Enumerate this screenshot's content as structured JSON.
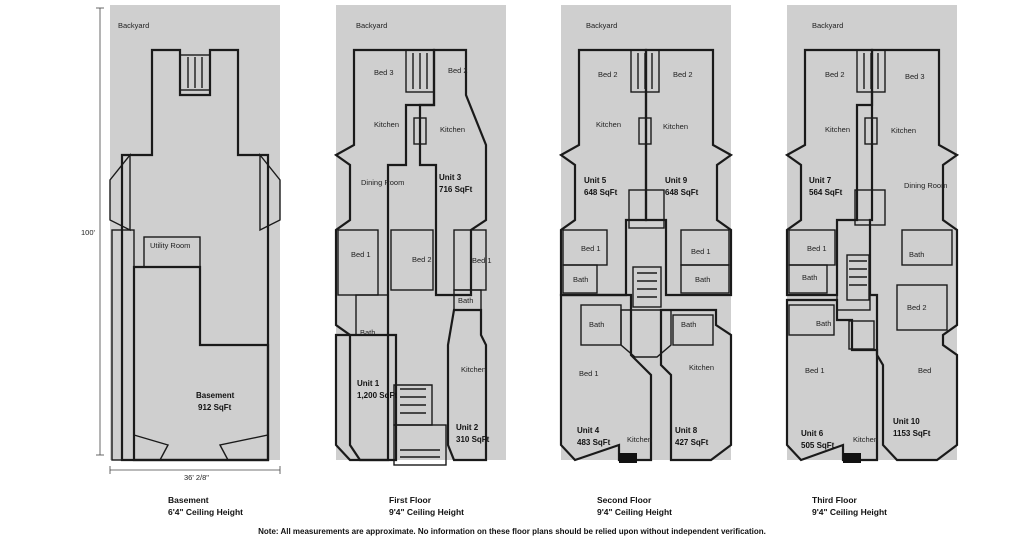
{
  "dimensions": {
    "height": "100'",
    "width": "36' 2/8\""
  },
  "floors": [
    {
      "id": "basement",
      "caption": "Basement",
      "ceiling": "6'4\" Ceiling Height",
      "backyard": "Backyard",
      "rooms": {
        "utility": "Utility Room",
        "basement_name": "Basement",
        "basement_area": "912 SqFt"
      }
    },
    {
      "id": "first",
      "caption": "First Floor",
      "ceiling": "9'4\" Ceiling Height",
      "backyard": "Backyard",
      "rooms": {
        "bed3": "Bed 3",
        "bed2_top": "Bed 2",
        "kitchen_l": "Kitchen",
        "kitchen_r": "Kitchen",
        "dining": "Dining Room",
        "unit3_name": "Unit 3",
        "unit3_area": "716 SqFt",
        "bed1_l": "Bed 1",
        "bed2_mid": "Bed 2",
        "bed1_r": "Bed 1",
        "bath_l": "Bath",
        "bath_r": "Bath",
        "kitchen_u2": "Kitchen",
        "unit1_name": "Unit 1",
        "unit1_area": "1,200 SqFt",
        "unit2_name": "Unit 2",
        "unit2_area": "310 SqFt"
      }
    },
    {
      "id": "second",
      "caption": "Second Floor",
      "ceiling": "9'4\" Ceiling Height",
      "backyard": "Backyard",
      "rooms": {
        "bed2_l": "Bed 2",
        "bed2_r": "Bed 2",
        "kitchen_l": "Kitchen",
        "kitchen_r": "Kitchen",
        "unit5_name": "Unit 5",
        "unit5_area": "648 SqFt",
        "unit9_name": "Unit 9",
        "unit9_area": "648 SqFt",
        "bed1_l": "Bed 1",
        "bed1_r": "Bed 1",
        "bath_l": "Bath",
        "bath_r": "Bath",
        "bath_ll": "Bath",
        "bath_lr": "Bath",
        "bed1_ll": "Bed 1",
        "kitchen_lr": "Kitchen",
        "unit4_name": "Unit 4",
        "unit4_area": "483 SqFt",
        "kitchen_u4": "Kitchen",
        "unit8_name": "Unit 8",
        "unit8_area": "427 SqFt"
      }
    },
    {
      "id": "third",
      "caption": "Third Floor",
      "ceiling": "9'4\" Ceiling Height",
      "backyard": "Backyard",
      "rooms": {
        "bed2": "Bed 2",
        "bed3": "Bed 3",
        "kitchen_l": "Kitchen",
        "kitchen_r": "Kitchen",
        "unit7_name": "Unit 7",
        "unit7_area": "564 SqFt",
        "dining": "Dining Room",
        "bed1_l": "Bed 1",
        "bath_l": "Bath",
        "bath_r": "Bath",
        "bed2_r": "Bed 2",
        "bath_6": "Bath",
        "bed1_6": "Bed 1",
        "bed_r": "Bed",
        "unit10_name": "Unit 10",
        "unit10_area": "1153 SqFt",
        "unit6_name": "Unit 6",
        "unit6_area": "505 SqFt",
        "kitchen_u6": "Kitchen"
      }
    }
  ],
  "note": "Note: All measurements are approximate.  No information on these floor plans should be relied upon without independent verification.",
  "colors": {
    "backyard": "#cfcfcf",
    "basement": "#f9d5c6",
    "utility": "#fbe3d6",
    "green": "#d9f2d0",
    "unit1": "#fbf5a6",
    "unit3": "#fce63a",
    "unit2": "#f6a21c",
    "unit5": "#2ee0ee",
    "unit9": "#3b86e8",
    "unit4": "#56cbee",
    "unit8": "#a4ddf8",
    "unit7": "#eeb5f2",
    "unit10": "#e1dcfb",
    "unit6": "#8256e6"
  }
}
